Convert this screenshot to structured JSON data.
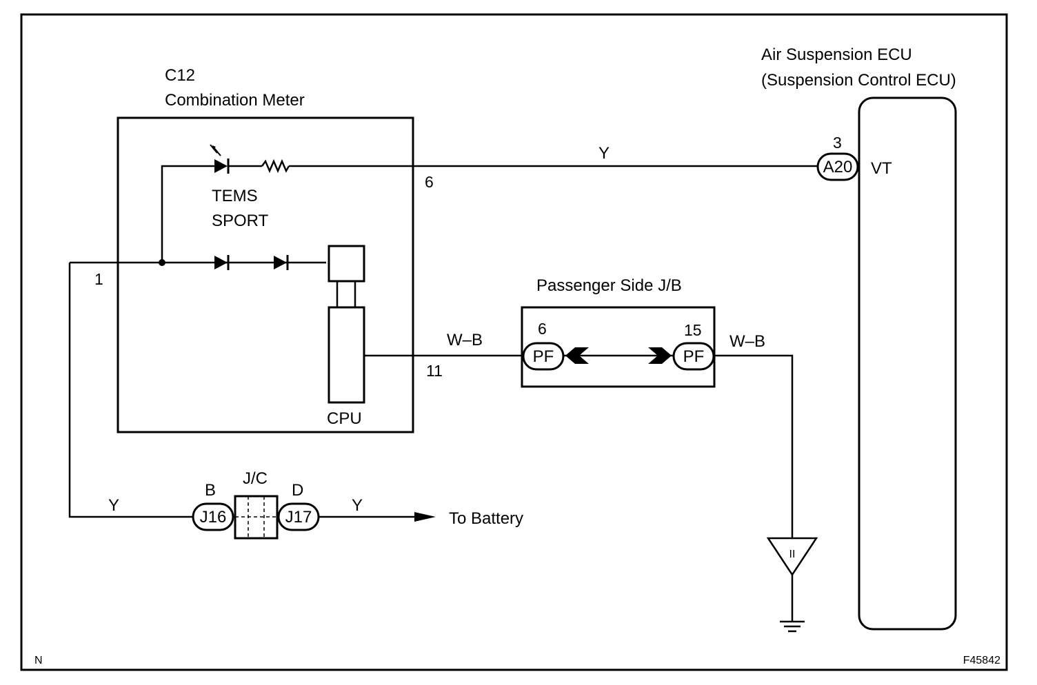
{
  "combination_meter": {
    "connector": "C12",
    "name": "Combination Meter",
    "indicator_label_1": "TEMS",
    "indicator_label_2": "SPORT",
    "cpu_label": "CPU",
    "pin_power": "1",
    "pin_output": "6",
    "pin_ground": "11"
  },
  "ecu": {
    "title_1": "Air Suspension ECU",
    "title_2": "(Suspension Control ECU)",
    "pin_number": "3",
    "connector": "A20",
    "terminal": "VT"
  },
  "junction_block": {
    "name": "Passenger Side J/B",
    "left_pin": "6",
    "left_connector": "PF",
    "right_pin": "15",
    "right_connector": "PF"
  },
  "junction_connector": {
    "name": "J/C",
    "left_letter": "B",
    "left_connector": "J16",
    "right_letter": "D",
    "right_connector": "J17"
  },
  "wires": {
    "signal_color": "Y",
    "ground_left_color": "W–B",
    "ground_right_color": "W–B",
    "battery_left_color": "Y",
    "battery_right_color": "Y"
  },
  "battery_label": "To Battery",
  "ground_symbol_label": "II",
  "corner_left": "N",
  "corner_right": "F45842"
}
